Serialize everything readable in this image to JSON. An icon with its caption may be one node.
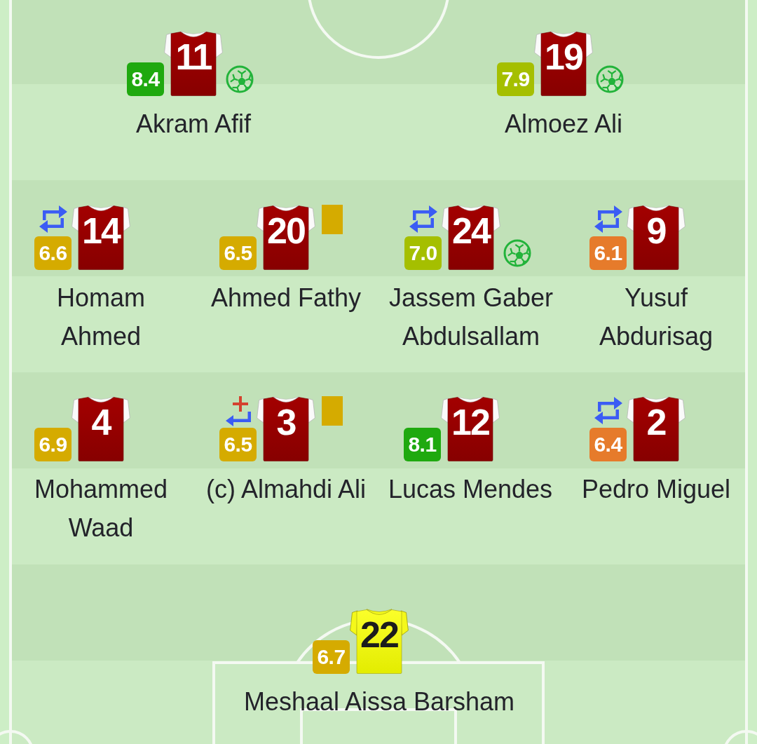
{
  "diagram": {
    "nodes": [
      {
        "text": [
          "8.4"
        ]
      },
      {
        "text": [
          "11"
        ],
        "beside": [
          "Akram Afif"
        ]
      },
      {
        "text": [
          "7.9"
        ]
      },
      {
        "text": [
          "19"
        ],
        "beside": [
          "Almoez Ali"
        ]
      },
      {
        "text": [
          "6.6"
        ]
      },
      {
        "text": [
          "14"
        ],
        "beside": [
          "Homam Ahmed"
        ]
      },
      {
        "text": [
          "6.5"
        ]
      },
      {
        "text": [
          "20"
        ],
        "beside": [
          "Ahmed Fathy"
        ]
      },
      {
        "text": [
          "7.0"
        ]
      },
      {
        "text": [
          "24"
        ],
        "beside": [
          "Jassem Gaber Abdulsallam"
        ]
      },
      {
        "text": [
          "6.1"
        ]
      },
      {
        "text": [
          "9"
        ],
        "beside": [
          "Yusuf Abdurisag"
        ]
      },
      {
        "text": [
          "6.9"
        ]
      },
      {
        "text": [
          "4"
        ],
        "beside": [
          "Mohammed Waad"
        ]
      },
      {
        "text": [
          "6.5"
        ]
      },
      {
        "text": [
          "3"
        ],
        "beside": [
          "(c) Almahdi Ali"
        ]
      },
      {
        "text": [
          "8.1"
        ]
      },
      {
        "text": [
          "12"
        ],
        "beside": [
          "Lucas Mendes"
        ]
      },
      {
        "text": [
          "6.4"
        ]
      },
      {
        "text": [
          "2"
        ],
        "beside": [
          "Pedro Miguel"
        ]
      },
      {
        "text": [
          "6.7"
        ]
      },
      {
        "text": [
          "22"
        ],
        "beside": [
          "Meshaal Aissa Barsham"
        ]
      }
    ]
  }
}
